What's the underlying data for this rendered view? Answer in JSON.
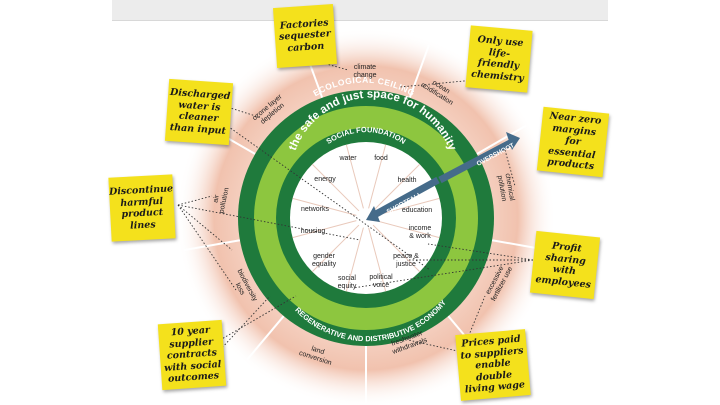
{
  "diagram": {
    "rings": {
      "ceiling": "ECOLOGICAL CEILING",
      "safe_space": "the safe and just space for humanity",
      "foundation": "SOCIAL FOUNDATION",
      "economy": "REGENERATIVE AND DISTRIBUTIVE ECONOMY"
    },
    "arrows": {
      "overshoot": "OVERSHOOT",
      "shortfall": "SHORTFALL"
    },
    "ecological_dimensions": [
      [
        "climate",
        "change"
      ],
      [
        "ocean",
        "acidification"
      ],
      [
        "chemical",
        "pollution"
      ],
      [
        "excessive",
        "fertilizer use"
      ],
      [
        "freshwater",
        "withdrawals"
      ],
      [
        "land",
        "conversion"
      ],
      [
        "biodiversity",
        "loss"
      ],
      [
        "air",
        "pollution"
      ],
      [
        "ozone layer",
        "depletion"
      ]
    ],
    "social_dimensions": [
      [
        "water"
      ],
      [
        "food"
      ],
      [
        "health"
      ],
      [
        "education"
      ],
      [
        "income",
        "& work"
      ],
      [
        "peace &",
        "justice"
      ],
      [
        "political",
        "voice"
      ],
      [
        "social",
        "equity"
      ],
      [
        "gender",
        "equality"
      ],
      [
        "housing"
      ],
      [
        "networks"
      ],
      [
        "energy"
      ]
    ]
  },
  "notes": [
    "Factories sequester carbon",
    "Only use life-friendly chemistry",
    "Discharged water is cleaner than input",
    "Near zero margins for essential products",
    "Discontinue harmful product lines",
    "Profit sharing with employees",
    "10 year supplier contracts with social outcomes",
    "Prices paid to suppliers enable double living wage"
  ],
  "colors": {
    "dark_green": "#1f7a3c",
    "light_green": "#8dc63f",
    "mid_green": "#4fa83d",
    "note_yellow": "#f4e11c",
    "arrow_blue": "#456b8a"
  }
}
